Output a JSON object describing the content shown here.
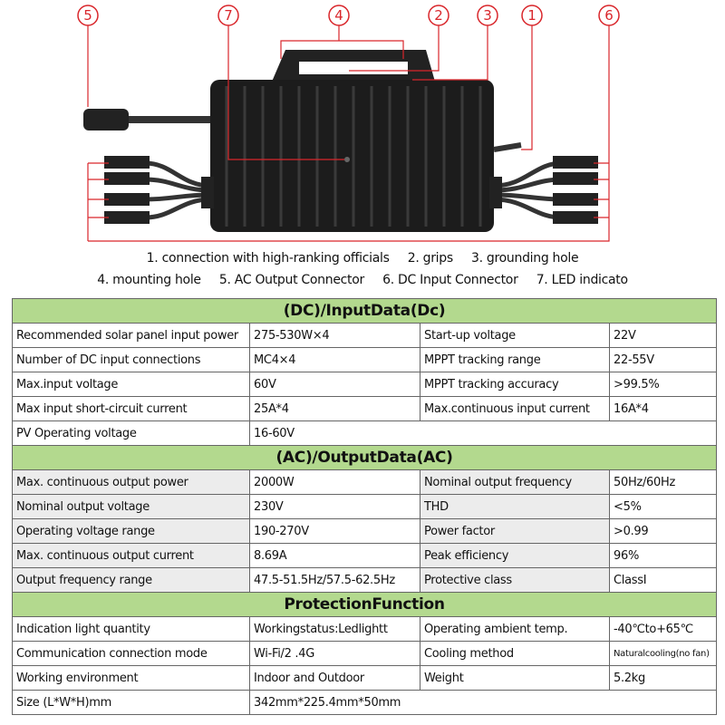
{
  "diagram": {
    "callouts": [
      "1",
      "2",
      "3",
      "4",
      "5",
      "6",
      "7"
    ],
    "accent": "#d9262b"
  },
  "captions": {
    "line1": [
      "1. connection with high-ranking officials",
      "2. grips",
      "3. grounding hole"
    ],
    "line2": [
      "4. mounting hole",
      "5. AC Output Connector",
      "6. DC Input Connector",
      "7. LED indicato"
    ]
  },
  "sections": [
    {
      "title": "(DC)/InputData(Dc)",
      "rows": [
        [
          "Recommended solar panel input power",
          "275-530W×4",
          "Start-up voltage",
          "22V"
        ],
        [
          "Number of DC input connections",
          "MC4×4",
          "MPPT tracking range",
          "22-55V"
        ],
        [
          "Max.input voltage",
          "60V",
          "MPPT tracking accuracy",
          ">99.5%"
        ],
        [
          "Max input short-circuit current",
          "25A*4",
          "Max.continuous input current",
          "16A*4"
        ],
        [
          "PV Operating voltage",
          "16-60V"
        ]
      ]
    },
    {
      "title": "(AC)/OutputData(AC)",
      "rows": [
        [
          "Max. continuous output power",
          "2000W",
          "Nominal output frequency",
          "50Hz/60Hz"
        ],
        [
          "Nominal output voltage",
          "230V",
          "THD",
          "<5%"
        ],
        [
          "Operating voltage range",
          "190-270V",
          "Power factor",
          ">0.99"
        ],
        [
          "Max. continuous output current",
          "8.69A",
          "Peak efficiency",
          "96%"
        ],
        [
          "Output frequency range",
          "47.5-51.5Hz/57.5-62.5Hz",
          "Protective class",
          "ClassI"
        ]
      ]
    },
    {
      "title": "ProtectionFunction",
      "rows": [
        [
          "Indication light quantity",
          "Workingstatus:Ledlightt",
          "Operating ambient temp.",
          "-40℃to+65℃"
        ],
        [
          "Communication connection mode",
          "Wi-Fi/2 .4G",
          "Cooling method",
          "Naturalcooling(no fan)"
        ],
        [
          "Working environment",
          "Indoor and Outdoor",
          "Weight",
          "5.2kg"
        ],
        [
          "Size (L*W*H)mm",
          "342mm*225.4mm*50mm"
        ]
      ]
    }
  ]
}
